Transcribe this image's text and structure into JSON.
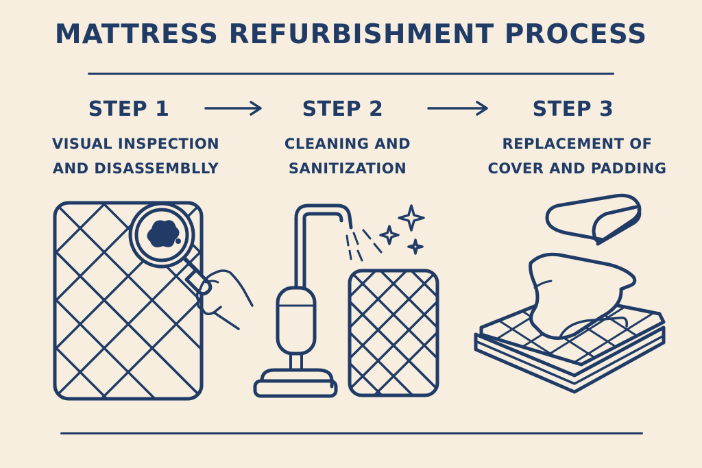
{
  "title": "MATTRESS REFURBISHMENT PROCESS",
  "steps": [
    {
      "label": "STEP 1",
      "lines": [
        "VISUAL INSPECTION",
        "AND DISASSEMBLLY"
      ],
      "illustration": "mattress-magnifier-icon"
    },
    {
      "label": "STEP 2",
      "lines": [
        "CLEANING AND",
        "SANITIZATION"
      ],
      "illustration": "steam-cleaner-icon"
    },
    {
      "label": "STEP 3",
      "lines": [
        "REPLACEMENT OF",
        "COVER AND PADDING"
      ],
      "illustration": "new-cover-padding-icon"
    }
  ],
  "colors": {
    "background": "#f7eedf",
    "ink": "#1f3b66"
  }
}
